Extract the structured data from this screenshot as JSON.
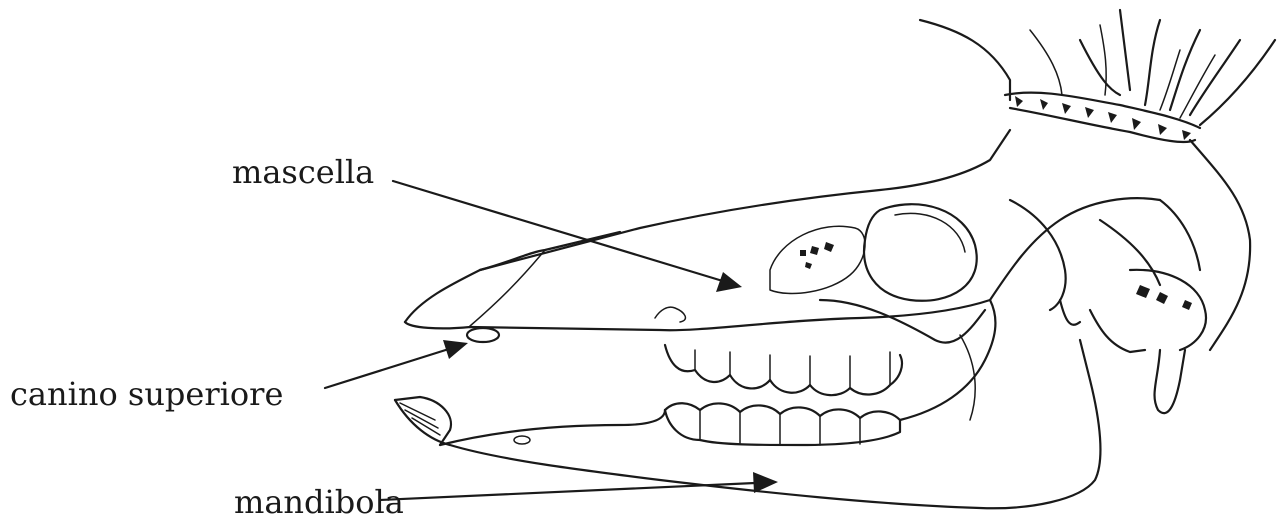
{
  "labels": {
    "mascella": "mascella",
    "canino_superiore": "canino superiore",
    "mandibola": "mandibola"
  },
  "colors": {
    "ink": "#1a1a1a",
    "background": "#ffffff"
  }
}
